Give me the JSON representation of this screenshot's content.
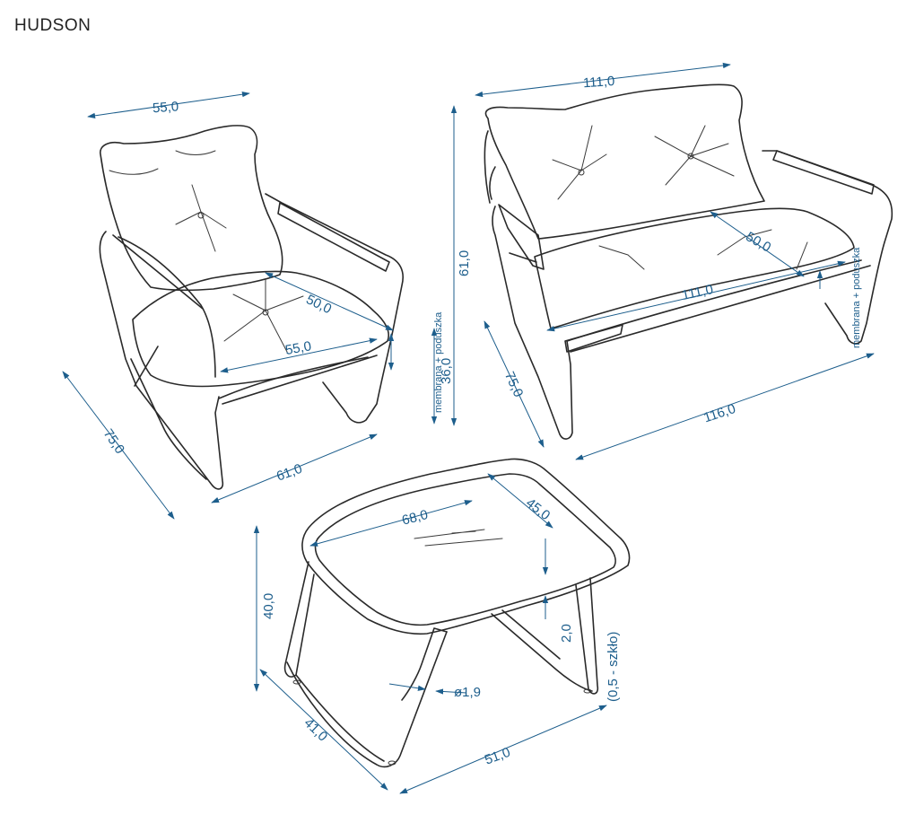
{
  "title": "HUDSON",
  "colors": {
    "dimension": "#1d5e8c",
    "outline": "#2a2a2a"
  },
  "dimensions": {
    "armchair_depth_top": "55,0",
    "armchair_seat_depth": "50,0",
    "armchair_seat_width": "55,0",
    "armchair_seat_height": "36,0",
    "armchair_depth": "75,0",
    "armchair_width": "61,0",
    "sofa_width_top": "111,0",
    "sofa_height": "61,0",
    "sofa_seat_depth": "50,0",
    "sofa_seat_width": "111,0",
    "sofa_depth": "75,0",
    "sofa_width": "116,0",
    "table_length": "68,0",
    "table_width": "45,0",
    "table_height": "40,0",
    "table_top_thickness": "2,0",
    "glass_thickness": "(0,5 - szkło)",
    "tube_diameter": "ø1,9",
    "table_depth": "41,0",
    "table_leg_width": "51,0"
  },
  "labels": {
    "armchair_cushion_note": "membrana + poduszka",
    "sofa_cushion_note": "membrana + poduszka"
  }
}
